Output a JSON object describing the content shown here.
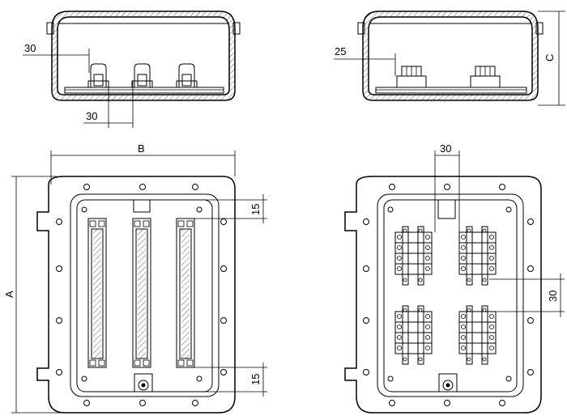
{
  "top_left_view": {
    "dim_h1": "30",
    "dim_h2": "30"
  },
  "top_right_view": {
    "dim_h1": "25",
    "dim_v": "C"
  },
  "bottom_left_view": {
    "dim_width": "B",
    "dim_height": "A",
    "dim_top_gap": "15",
    "dim_bottom_gap": "15"
  },
  "bottom_right_view": {
    "dim_spacing_h": "30",
    "dim_spacing_v": "30"
  }
}
